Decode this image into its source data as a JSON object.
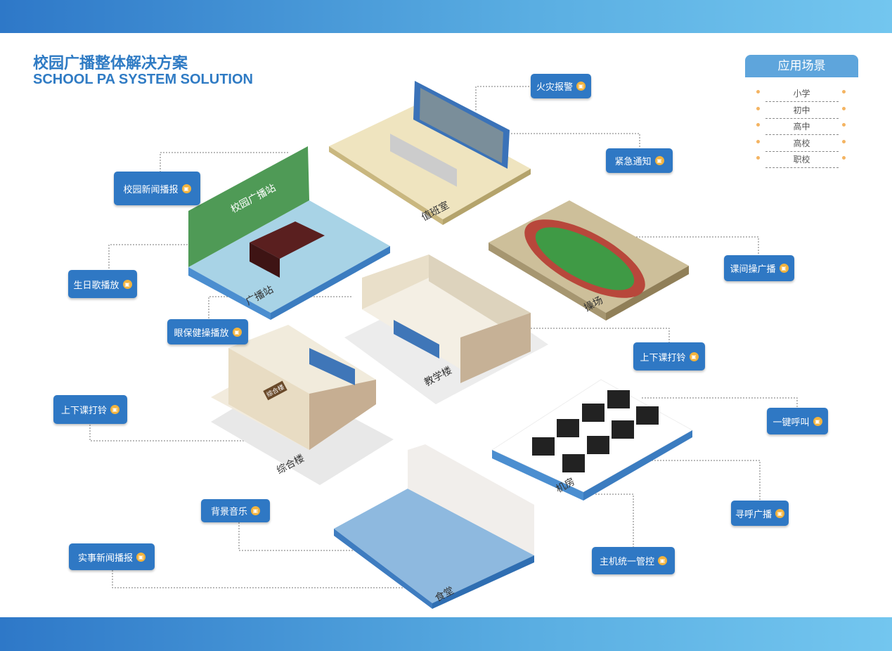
{
  "header": {
    "title_cn": "校园广播整体解决方案",
    "title_en": "SCHOOL PA SYSTEM SOLUTION"
  },
  "scenarios": {
    "title": "应用场景",
    "items": [
      "小学",
      "初中",
      "高中",
      "高校",
      "职校"
    ]
  },
  "buildings": {
    "broadcast": "广播站",
    "broadcast_wall": "校园广播站",
    "duty": "值班室",
    "playground": "操场",
    "teaching": "教学楼",
    "complex": "综合楼",
    "server": "机房",
    "canteen": "食堂",
    "complex_sign": "综合楼"
  },
  "callouts": [
    {
      "label": "火灾报警"
    },
    {
      "label": "紧急通知"
    },
    {
      "label": "校园新闻播报"
    },
    {
      "label": "生日歌播放"
    },
    {
      "label": "眼保健操播放"
    },
    {
      "label": "课间操广播"
    },
    {
      "label": "上下课打铃"
    },
    {
      "label": "一键呼叫"
    },
    {
      "label": "上下课打铃"
    },
    {
      "label": "寻呼广播"
    },
    {
      "label": "背景音乐"
    },
    {
      "label": "主机统一管控"
    },
    {
      "label": "实事新闻播报"
    }
  ],
  "colors": {
    "accent": "#2f78c4",
    "icon": "#f2b33d",
    "band": "#4a9ad8"
  }
}
